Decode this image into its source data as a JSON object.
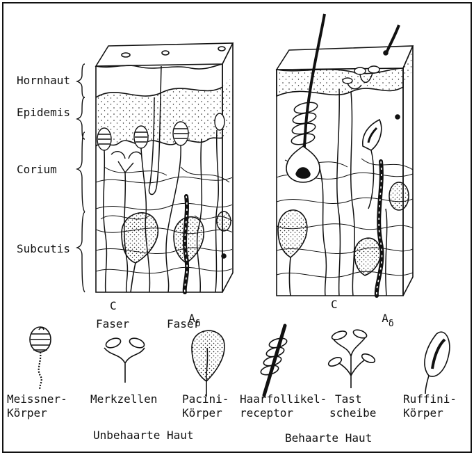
{
  "layers": {
    "hornhaut": "Hornhaut",
    "epidemis": "Epidemis",
    "corium": "Corium",
    "subcutis": "Subcutis"
  },
  "fibers": {
    "c_left": "C",
    "a_left": "A",
    "a_left_sub": "δ",
    "faser_c": "Faser",
    "faser_a": "Faser",
    "c_right": "C",
    "a_right": "A",
    "a_right_sub": "δ"
  },
  "receptors": {
    "meissner_1": "Meissner-",
    "meissner_2": "Körper",
    "merkzellen": "Merkzellen",
    "pacini_1": "Pacini-",
    "pacini_2": "Körper",
    "haar_1": "Haarfollikel-",
    "haar_2": "receptor",
    "tast_1": "Tast",
    "tast_2": "scheibe",
    "ruffini_1": "Ruffini-",
    "ruffini_2": "Körper"
  },
  "groups": {
    "unbehaarte": "Unbehaarte Haut",
    "behaarte": "Behaarte Haut"
  }
}
